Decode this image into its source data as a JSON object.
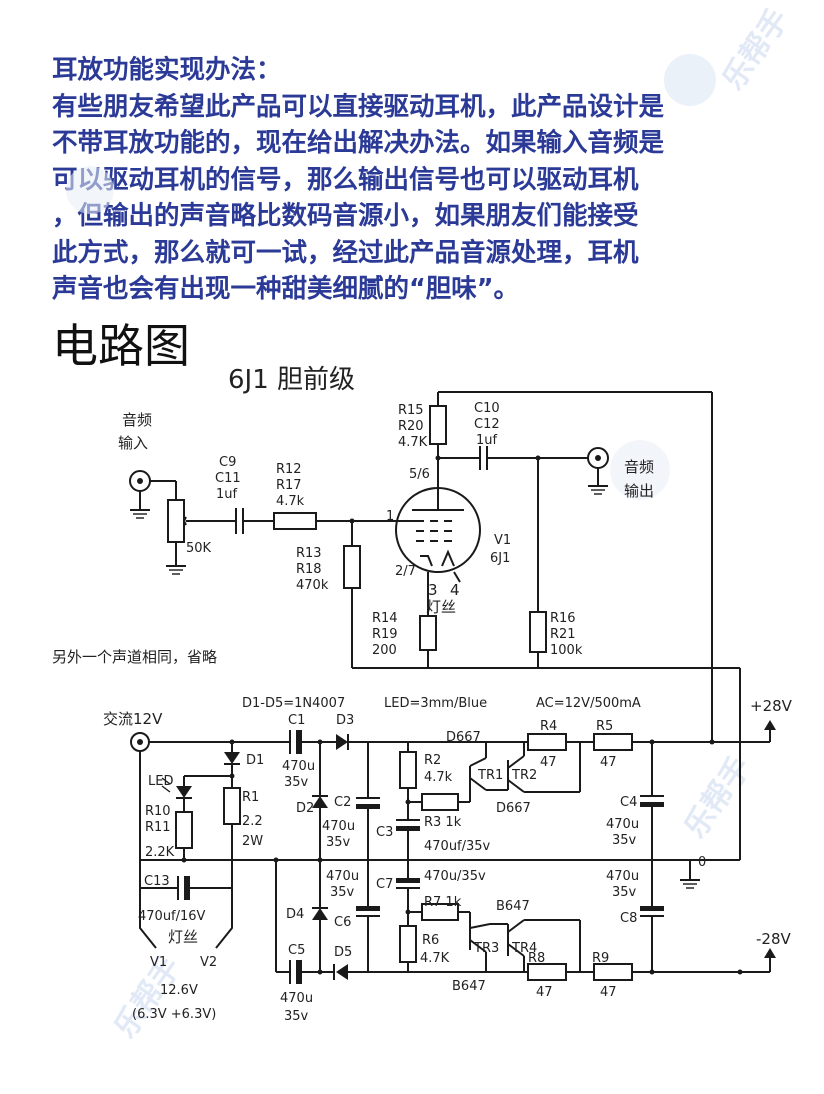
{
  "intro": {
    "heading": "耳放功能实现办法：",
    "lines": [
      "有些朋友希望此产品可以直接驱动耳机，此产品设计是",
      "不带耳放功能的，现在给出解决办法。如果输入音频是",
      "可以驱动耳机的信号，那么输出信号也可以驱动耳机",
      "，但输出的声音略比数码音源小，如果朋友们能接受",
      "此方式，那么就可一试，经过此产品音源处理，耳机",
      "声音也会有出现一种甜美细腻的“胆味”。"
    ]
  },
  "section_title": "电路图",
  "schematic": {
    "title": "6J1 胆前级",
    "input_label": [
      "音频",
      "输入"
    ],
    "output_label": [
      "音频",
      "输出"
    ],
    "pot": "50K",
    "c9": [
      "C9",
      "C11",
      "1uf"
    ],
    "r12": [
      "R12",
      "R17",
      "4.7k"
    ],
    "r13": [
      "R13",
      "R18",
      "470k"
    ],
    "r14": [
      "R14",
      "R19",
      "200"
    ],
    "r15": [
      "R15",
      "R20",
      "4.7K"
    ],
    "c10": [
      "C10",
      "C12",
      "1uf"
    ],
    "r16": [
      "R16",
      "R21",
      "100k"
    ],
    "tube": [
      "V1",
      "6J1"
    ],
    "pin_plate": "5/6",
    "pin_grid": "1",
    "pin_cathode": "2/7",
    "pin_heater": [
      "3",
      "4"
    ],
    "heater_label": "灯丝",
    "other_channel_note": "另外一个声道相同，省略",
    "spec_line": [
      "D1-D5=1N4007",
      "LED=3mm/Blue",
      "AC=12V/500mA"
    ],
    "ac_input": "交流12V",
    "pos_rail": "+28V",
    "neg_rail": "-28V",
    "ground": "0",
    "led": "LED",
    "d1": "D1",
    "d2": "D2",
    "d3": "D3",
    "d4": "D4",
    "d5": "D5",
    "r10": [
      "R10",
      "R11",
      "2.2K"
    ],
    "r1": [
      "R1",
      "2.2",
      "2W"
    ],
    "c13": [
      "C13",
      "470uf/16V"
    ],
    "heater_out": [
      "灯丝",
      "V1",
      "V2"
    ],
    "heater_voltage": [
      "12.6V",
      "(6.3V +6.3V)"
    ],
    "c1": [
      "C1",
      "470u",
      "35v"
    ],
    "c5": [
      "C5",
      "470u",
      "35v"
    ],
    "c2": [
      "C2",
      "470u",
      "35v"
    ],
    "c6": [
      "C6",
      "470u",
      "35v"
    ],
    "r2": [
      "R2",
      "4.7k"
    ],
    "r3": "R3 1k",
    "c3": [
      "C3",
      "470uf/35v"
    ],
    "c7": [
      "C7",
      "470u/35v"
    ],
    "r7": "R7 1k",
    "r6": [
      "R6",
      "4.7K"
    ],
    "d667": "D667",
    "b647": "B647",
    "tr1": "TR1",
    "tr2": "TR2",
    "tr3": "TR3",
    "tr4": "TR4",
    "r4": [
      "R4",
      "47"
    ],
    "r5": [
      "R5",
      "47"
    ],
    "r8": [
      "R8",
      "47"
    ],
    "r9": [
      "R9",
      "47"
    ],
    "c4": [
      "C4",
      "470u",
      "35v"
    ],
    "c8": [
      "C8",
      "470u",
      "35v"
    ]
  },
  "watermark": "乐帮手"
}
